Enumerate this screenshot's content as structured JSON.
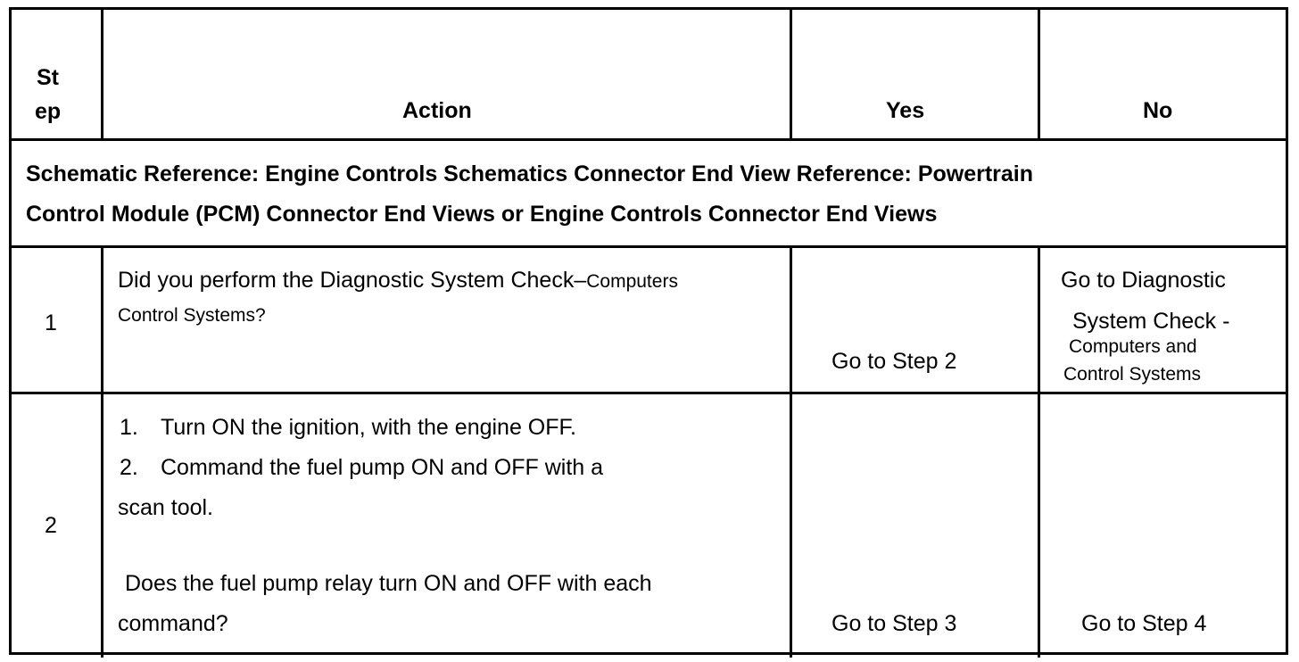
{
  "header": {
    "step_line1": "St",
    "step_line2": "ep",
    "action": "Action",
    "yes": "Yes",
    "no": "No"
  },
  "reference": {
    "line1": "Schematic Reference: Engine Controls Schematics Connector End View Reference: Powertrain",
    "line2": "Control Module (PCM) Connector End Views or Engine Controls Connector End Views"
  },
  "rows": [
    {
      "step": "1",
      "action_part1": "Did you perform the Diagnostic System Check",
      "action_dash": "–",
      "action_part2": "Computers",
      "action_line2": "Control Systems?",
      "yes": "Go to Step 2",
      "no_line1": "Go to Diagnostic",
      "no_line2": "System Check -",
      "no_line3": "Computers and",
      "no_line4": "Control Systems"
    },
    {
      "step": "2",
      "item1_num": "1.",
      "item1_text": "Turn ON the ignition, with the engine OFF.",
      "item2_num": "2.",
      "item2_text": "Command the fuel pump ON and OFF with a",
      "item2_cont": "scan tool.",
      "question_line1": "Does the fuel pump relay turn ON and OFF with each",
      "question_line2": "command?",
      "yes": "Go to Step 3",
      "no": "Go to Step 4"
    }
  ]
}
